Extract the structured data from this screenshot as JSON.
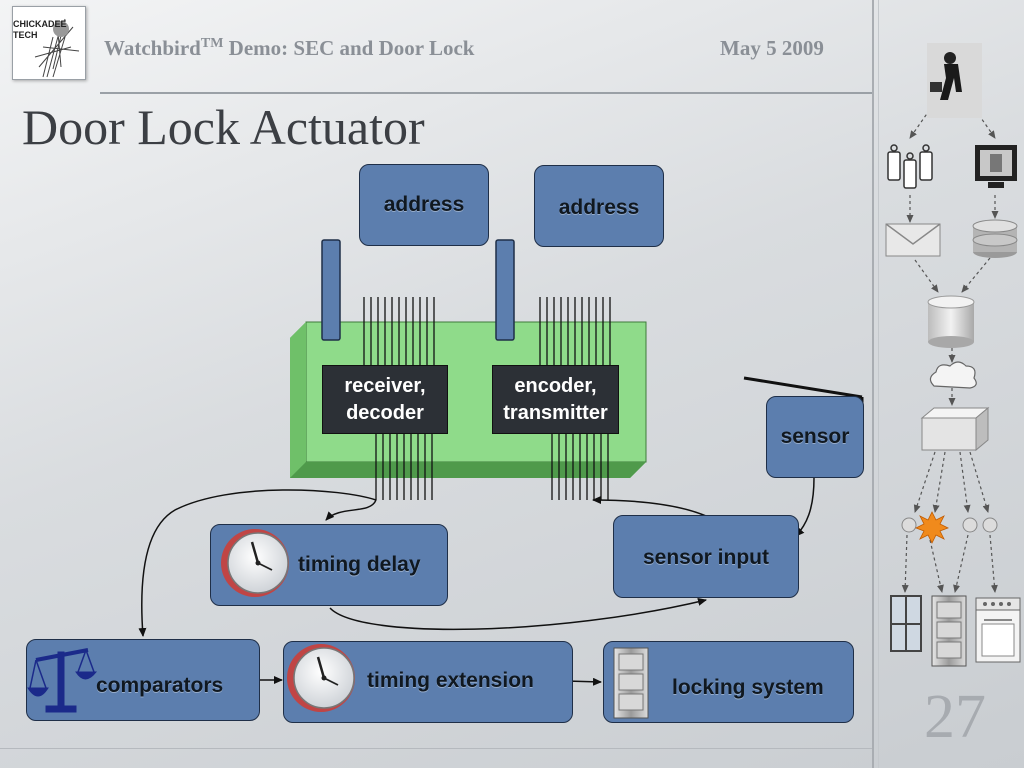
{
  "header": {
    "title_prefix": "Watchbird",
    "title_sup": "TM",
    "title_rest": " Demo: SEC and Door Lock",
    "date": "May 5 2009",
    "logo_text": "CHICKADEE TECH"
  },
  "title": "Door Lock Actuator",
  "page_number": "27",
  "boxes": {
    "address_left": "address",
    "address_right": "address",
    "receiver_line1": "receiver,",
    "receiver_line2": "decoder",
    "encoder_line1": "encoder,",
    "encoder_line2": "transmitter",
    "sensor": "sensor",
    "sensor_input": "sensor input",
    "timing_delay": "timing delay",
    "comparators": "comparators",
    "timing_extension": "timing extension",
    "locking_system": "locking system"
  },
  "colors": {
    "box_fill": "#5c7eae",
    "board_fill": "#8fdb8a",
    "chip_fill": "#2c3036"
  },
  "icons": [
    "clock-icon",
    "scales-icon",
    "door-icon",
    "walking-person-icon",
    "mobile-devices-icon",
    "computer-icon",
    "mail-icon",
    "disk-stack-icon",
    "database-icon",
    "cloud-icon",
    "server-icon",
    "sensor-nodes-icon",
    "window-icon",
    "stove-icon"
  ]
}
